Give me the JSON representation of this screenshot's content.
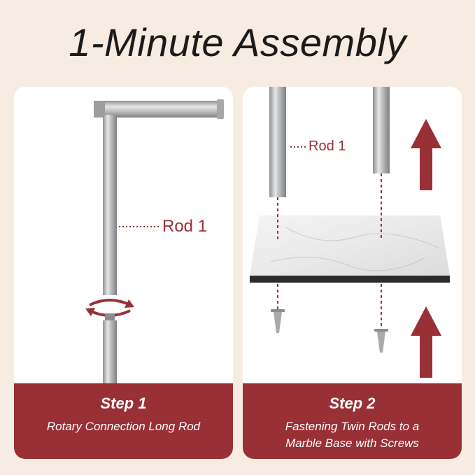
{
  "title": "1-Minute Assembly",
  "step1": {
    "heading": "Step 1",
    "description": "Rotary Connection Long Rod",
    "rod_label": "Rod 1"
  },
  "step2": {
    "heading": "Step 2",
    "description_line1": "Fastening Twin Rods to a",
    "description_line2": "Marble Base with Screws",
    "rod_label": "Rod 1"
  },
  "colors": {
    "accent": "#983035",
    "background": "#f7ece2",
    "card": "#ffffff",
    "steel": "#b8b9ba"
  }
}
